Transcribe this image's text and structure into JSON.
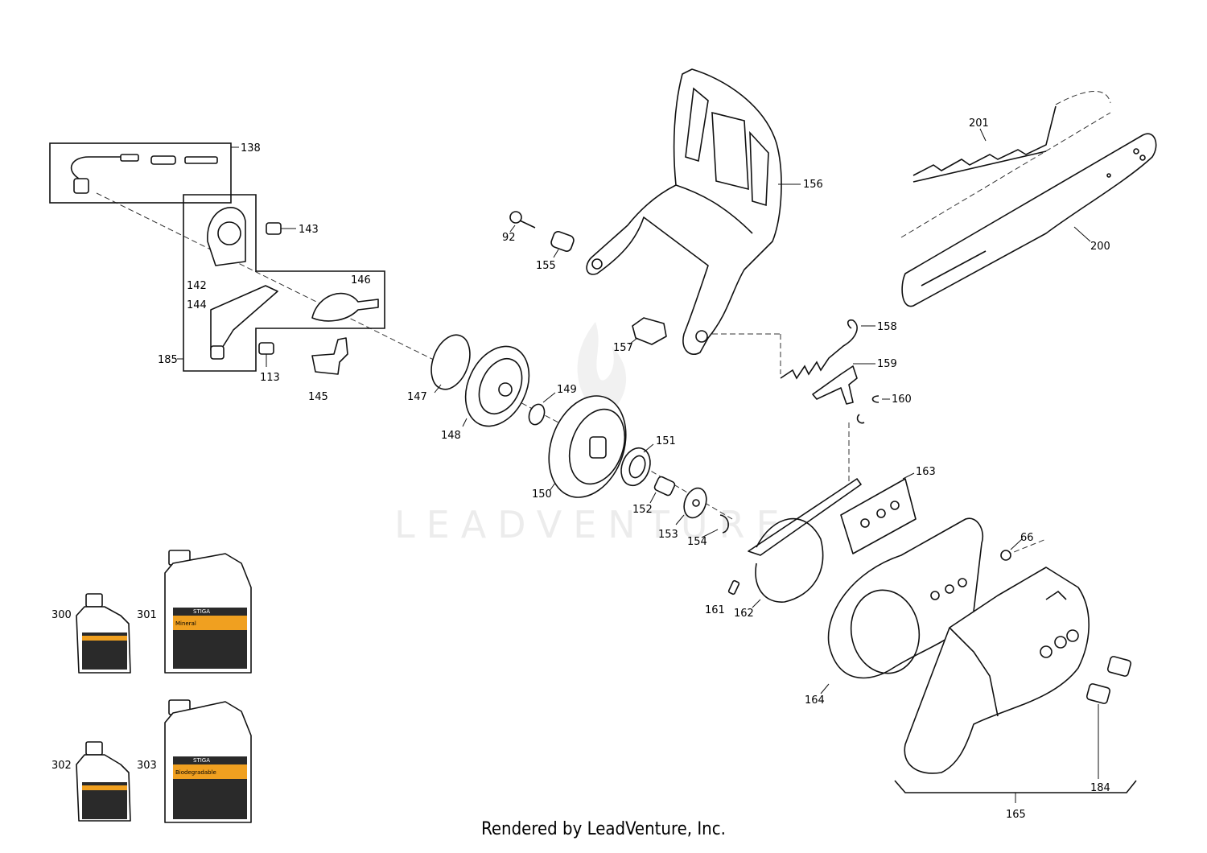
{
  "watermark": "LEADVENTURE",
  "footer": "Rendered by LeadVenture, Inc.",
  "parts": {
    "p66": "66",
    "p92": "92",
    "p113": "113",
    "p138": "138",
    "p142": "142",
    "p143": "143",
    "p144": "144",
    "p145": "145",
    "p146": "146",
    "p147": "147",
    "p148": "148",
    "p149": "149",
    "p150": "150",
    "p151": "151",
    "p152": "152",
    "p153": "153",
    "p154": "154",
    "p155": "155",
    "p156": "156",
    "p157": "157",
    "p158": "158",
    "p159": "159",
    "p160": "160",
    "p161": "161",
    "p162": "162",
    "p163": "163",
    "p164": "164",
    "p165": "165",
    "p184": "184",
    "p185": "185",
    "p200": "200",
    "p201": "201",
    "p300": "300",
    "p301": "301",
    "p302": "302",
    "p303": "303"
  },
  "bottles": {
    "brand": "STIGA",
    "b301_label": "Mineral",
    "b303_label": "Biodegradable"
  },
  "colors": {
    "line": "#111111",
    "label_band": "#f0a020",
    "bottle_dark": "#2a2a2a"
  }
}
